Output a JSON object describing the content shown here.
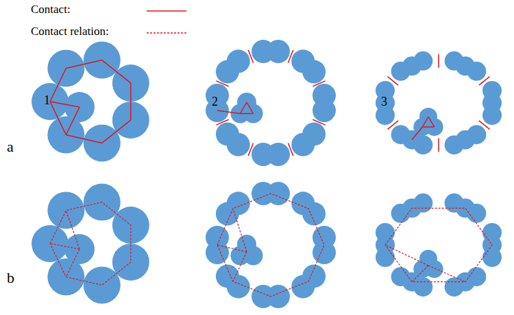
{
  "diagram": {
    "labels": [
      "1",
      "2",
      "3",
      "a",
      "b"
    ],
    "legend": [
      {
        "text": "Contact:"
      },
      {
        "text": "Contact relation:"
      }
    ]
  }
}
